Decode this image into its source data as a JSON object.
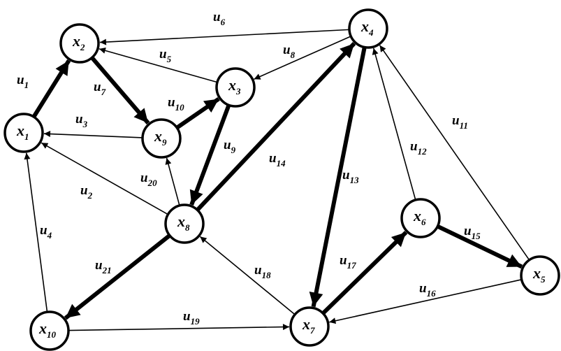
{
  "graph": {
    "nodes": [
      {
        "id": "x1",
        "base": "x",
        "sub": "1"
      },
      {
        "id": "x2",
        "base": "x",
        "sub": "2"
      },
      {
        "id": "x3",
        "base": "x",
        "sub": "3"
      },
      {
        "id": "x4",
        "base": "x",
        "sub": "4"
      },
      {
        "id": "x5",
        "base": "x",
        "sub": "5"
      },
      {
        "id": "x6",
        "base": "x",
        "sub": "6"
      },
      {
        "id": "x7",
        "base": "x",
        "sub": "7"
      },
      {
        "id": "x8",
        "base": "x",
        "sub": "8"
      },
      {
        "id": "x9",
        "base": "x",
        "sub": "9"
      },
      {
        "id": "x10",
        "base": "x",
        "sub": "10"
      }
    ],
    "edges": [
      {
        "id": "u1",
        "base": "u",
        "sub": "1",
        "from": "x1",
        "to": "x2",
        "bold": true
      },
      {
        "id": "u2",
        "base": "u",
        "sub": "2",
        "from": "x8",
        "to": "x1",
        "bold": false
      },
      {
        "id": "u3",
        "base": "u",
        "sub": "3",
        "from": "x9",
        "to": "x1",
        "bold": false
      },
      {
        "id": "u4",
        "base": "u",
        "sub": "4",
        "from": "x10",
        "to": "x1",
        "bold": false
      },
      {
        "id": "u5",
        "base": "u",
        "sub": "5",
        "from": "x3",
        "to": "x2",
        "bold": false
      },
      {
        "id": "u6",
        "base": "u",
        "sub": "6",
        "from": "x4",
        "to": "x2",
        "bold": false
      },
      {
        "id": "u7",
        "base": "u",
        "sub": "7",
        "from": "x2",
        "to": "x9",
        "bold": true
      },
      {
        "id": "u8",
        "base": "u",
        "sub": "8",
        "from": "x4",
        "to": "x3",
        "bold": false
      },
      {
        "id": "u9",
        "base": "u",
        "sub": "9",
        "from": "x3",
        "to": "x8",
        "bold": true
      },
      {
        "id": "u10",
        "base": "u",
        "sub": "10",
        "from": "x9",
        "to": "x3",
        "bold": true
      },
      {
        "id": "u11",
        "base": "u",
        "sub": "11",
        "from": "x5",
        "to": "x4",
        "bold": false
      },
      {
        "id": "u12",
        "base": "u",
        "sub": "12",
        "from": "x6",
        "to": "x4",
        "bold": false
      },
      {
        "id": "u13",
        "base": "u",
        "sub": "13",
        "from": "x4",
        "to": "x7",
        "bold": true
      },
      {
        "id": "u14",
        "base": "u",
        "sub": "14",
        "from": "x8",
        "to": "x4",
        "bold": true
      },
      {
        "id": "u15",
        "base": "u",
        "sub": "15",
        "from": "x6",
        "to": "x5",
        "bold": true
      },
      {
        "id": "u16",
        "base": "u",
        "sub": "16",
        "from": "x5",
        "to": "x7",
        "bold": false
      },
      {
        "id": "u17",
        "base": "u",
        "sub": "17",
        "from": "x7",
        "to": "x6",
        "bold": true
      },
      {
        "id": "u18",
        "base": "u",
        "sub": "18",
        "from": "x7",
        "to": "x8",
        "bold": false
      },
      {
        "id": "u19",
        "base": "u",
        "sub": "19",
        "from": "x10",
        "to": "x7",
        "bold": false
      },
      {
        "id": "u20",
        "base": "u",
        "sub": "20",
        "from": "x8",
        "to": "x9",
        "bold": false
      },
      {
        "id": "u21",
        "base": "u",
        "sub": "21",
        "from": "x8",
        "to": "x10",
        "bold": true
      }
    ]
  },
  "colors": {
    "stroke": "#000000",
    "background": "#ffffff"
  }
}
